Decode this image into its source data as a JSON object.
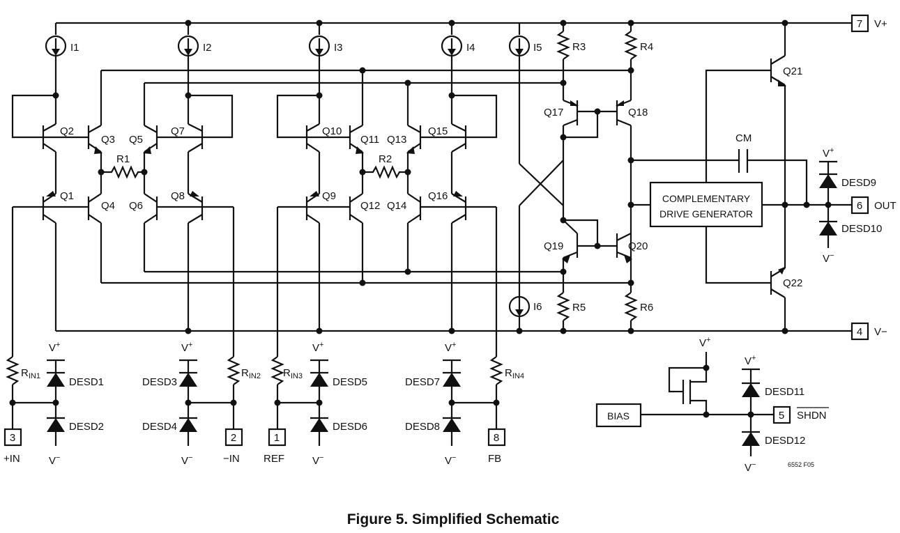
{
  "figure": {
    "caption": "Figure 5. Simplified Schematic",
    "code": "6552 F05"
  },
  "current_sources": [
    "I1",
    "I2",
    "I3",
    "I4",
    "I5",
    "I6"
  ],
  "transistors": [
    "Q1",
    "Q2",
    "Q3",
    "Q4",
    "Q5",
    "Q6",
    "Q7",
    "Q8",
    "Q9",
    "Q10",
    "Q11",
    "Q12",
    "Q13",
    "Q14",
    "Q15",
    "Q16",
    "Q17",
    "Q18",
    "Q19",
    "Q20",
    "Q21",
    "Q22"
  ],
  "resistors": {
    "r1": "R1",
    "r2": "R2",
    "r3": "R3",
    "r4": "R4",
    "r5": "R5",
    "r6": "R6",
    "rin_letter": "R",
    "rin1": "IN1",
    "rin2": "IN2",
    "rin3": "IN3",
    "rin4": "IN4"
  },
  "diodes": [
    "DESD1",
    "DESD2",
    "DESD3",
    "DESD4",
    "DESD5",
    "DESD6",
    "DESD7",
    "DESD8",
    "DESD9",
    "DESD10",
    "DESD11",
    "DESD12"
  ],
  "capacitor": "CM",
  "blocks": {
    "drive_line1": "COMPLEMENTARY",
    "drive_line2": "DRIVE GENERATOR",
    "bias": "BIAS"
  },
  "supply": {
    "v": "V",
    "plus": "+",
    "minus": "−"
  },
  "pins": [
    {
      "num": "7",
      "name": "V+"
    },
    {
      "num": "6",
      "name": "OUT"
    },
    {
      "num": "4",
      "name": "V−"
    },
    {
      "num": "5",
      "name": "SHDN"
    },
    {
      "num": "3",
      "name": "+IN"
    },
    {
      "num": "2",
      "name": "−IN"
    },
    {
      "num": "1",
      "name": "REF"
    },
    {
      "num": "8",
      "name": "FB"
    }
  ]
}
